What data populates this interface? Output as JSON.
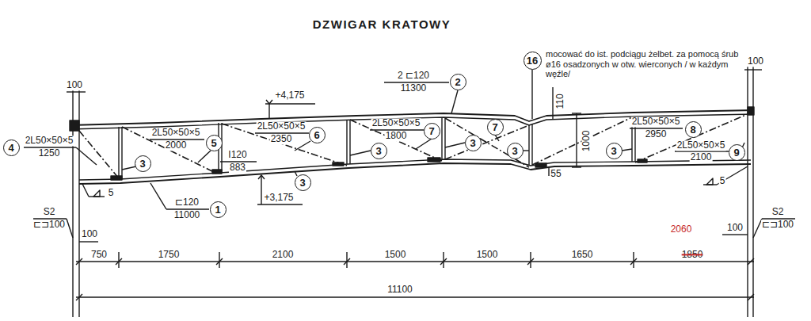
{
  "diagram": {
    "title": "DZWIGAR KRATOWY",
    "nodes": [
      {
        "text": [
          "4"
        ]
      },
      {
        "text": [
          "3"
        ]
      },
      {
        "text": [
          "5"
        ]
      },
      {
        "text": [
          "3"
        ]
      },
      {
        "text": [
          "6"
        ]
      },
      {
        "text": [
          "3"
        ]
      },
      {
        "text": [
          "2"
        ]
      },
      {
        "text": [
          "7"
        ]
      },
      {
        "text": [
          "3"
        ]
      },
      {
        "text": [
          "7"
        ]
      },
      {
        "text": [
          "16"
        ]
      },
      {
        "text": [
          "3"
        ]
      },
      {
        "text": [
          "3"
        ]
      },
      {
        "text": [
          "8"
        ]
      },
      {
        "text": [
          "9"
        ]
      },
      {
        "text": [
          "1"
        ]
      }
    ],
    "labels": [
      "100",
      "2L50×50×5",
      "1250",
      "2L50×50×5",
      "2000",
      "I120",
      "883",
      "2L50×50×5",
      "2350",
      "+4,175",
      "2 ⊏120",
      "11300",
      "2L50×50×5",
      "1800",
      "mocować do ist. podciągu żelbet. za pomocą śrub ø16 osadzonych w otw. wierconych / w każdym węźle/",
      "100",
      "110",
      "1000",
      "55",
      "2L50×50×5",
      "2950",
      "2L50×50×5",
      "2100",
      "5",
      "+3,175",
      "⊏120",
      "11000",
      "5",
      "S2",
      "⊏⊐100",
      "100",
      "S2",
      "⊏⊐100",
      "100",
      "2060",
      "750",
      "1750",
      "2100",
      "1500",
      "1500",
      "1650",
      "1850",
      "11100"
    ]
  }
}
